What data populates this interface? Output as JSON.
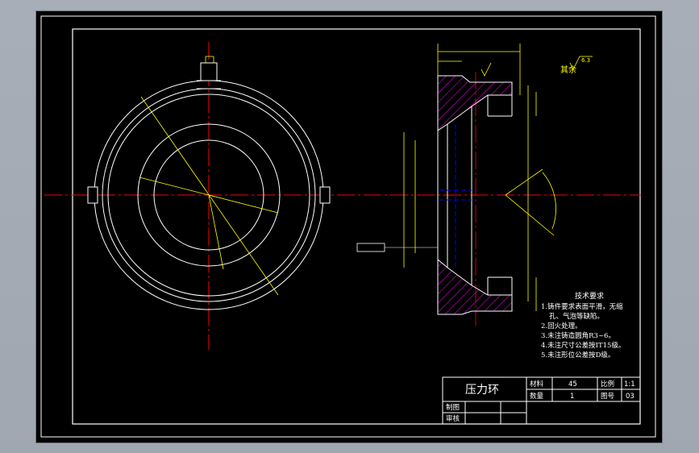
{
  "drawing": {
    "part_name": "压力环",
    "title_block": {
      "material_label": "材料",
      "material_value": "45",
      "scale_label": "比例",
      "scale_value": "1:1",
      "quantity_label": "数量",
      "quantity_value": "1",
      "drawing_no_label": "图号",
      "drawing_no_value": "03",
      "drafted_label": "制图",
      "reviewed_label": "审核"
    },
    "technical_requirements": {
      "heading": "技术要求",
      "items": [
        "1.铸件要求表面平滑，无缩",
        "孔、气泡等缺陷。",
        "2.回火处理。",
        "3.未注铸造圆角R3~6。",
        "4.未注尺寸公差按IT15级。",
        "5.未注形位公差按D级。"
      ]
    },
    "roughness_note": "其余",
    "roughness_value": "6.3"
  },
  "colors": {
    "frame": "#ffffff",
    "centerline": "#ff0000",
    "dimension": "#ffff00",
    "hatch": "#ff00ff",
    "hidden": "#0000ff"
  }
}
